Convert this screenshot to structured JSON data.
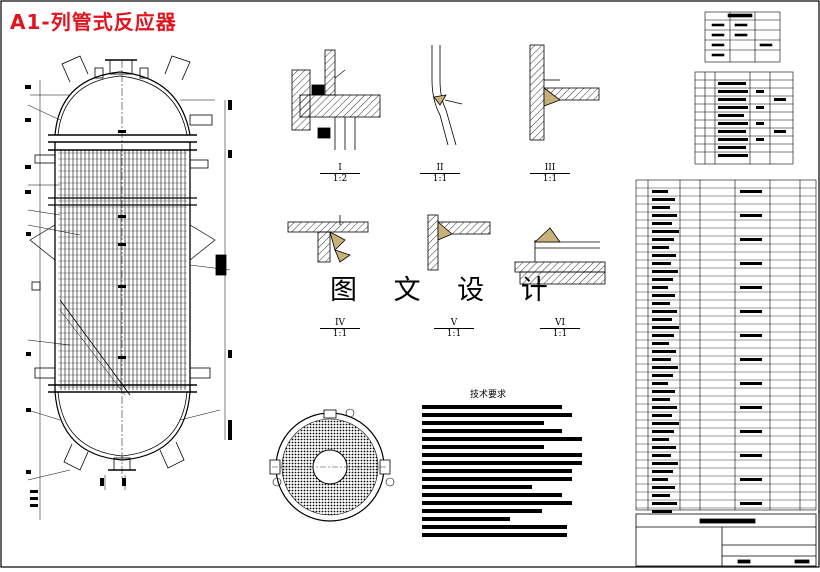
{
  "drawing": {
    "title": "A1-列管式反应器",
    "watermark": "图 文 设 计",
    "requirements_title": "技术要求",
    "details": [
      {
        "id": "I",
        "scale": "1:2"
      },
      {
        "id": "II",
        "scale": "1:1"
      },
      {
        "id": "III",
        "scale": "1:1"
      },
      {
        "id": "IV",
        "scale": "1:1"
      },
      {
        "id": "V",
        "scale": "1:1"
      },
      {
        "id": "VI",
        "scale": "1:1"
      }
    ],
    "colors": {
      "title": "#e0141e",
      "weld": "#c8b27a",
      "line": "#000000"
    }
  }
}
